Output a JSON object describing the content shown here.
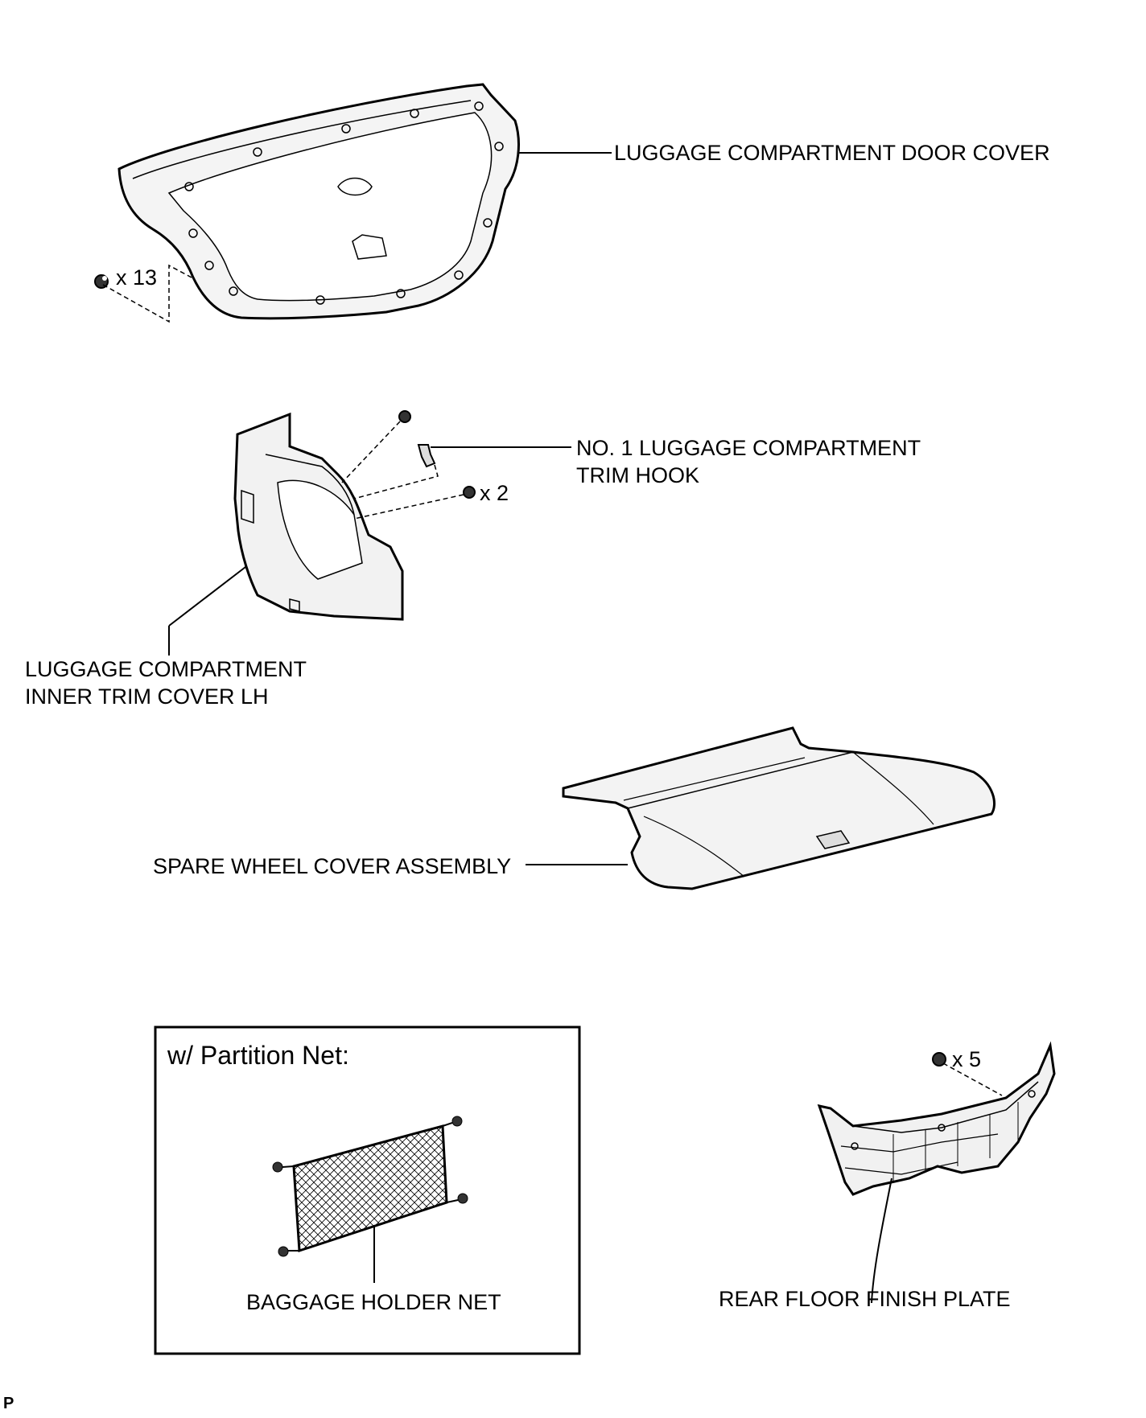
{
  "labels": {
    "door_cover": "LUGGAGE COMPARTMENT DOOR COVER",
    "trim_hook_line1": "NO. 1 LUGGAGE COMPARTMENT",
    "trim_hook_line2": "TRIM HOOK",
    "inner_trim_line1": "LUGGAGE COMPARTMENT",
    "inner_trim_line2": "INNER TRIM COVER LH",
    "spare_wheel": "SPARE WHEEL COVER ASSEMBLY",
    "baggage_net": "BAGGAGE HOLDER NET",
    "rear_floor": "REAR FLOOR FINISH PLATE"
  },
  "fastener_counts": {
    "door_clips": "x 13",
    "trim_screws": "x 2",
    "rear_floor_clips": "x 5"
  },
  "callout_box": {
    "title": "w/ Partition Net:"
  },
  "corner_mark": "P"
}
